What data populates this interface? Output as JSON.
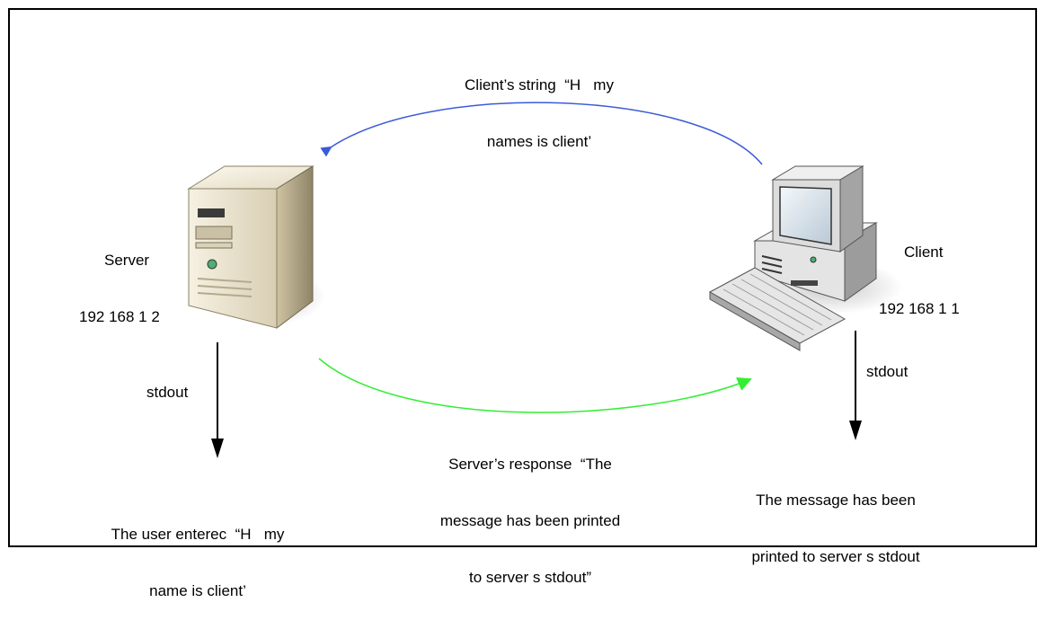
{
  "server": {
    "name": "Server",
    "ip": "192 168 1 2",
    "stdout_label": "stdout",
    "output_line1": "The user enterec  “H   my",
    "output_line2": "name is client’"
  },
  "client": {
    "name": "Client",
    "ip": "192 168 1 1",
    "stdout_label": "stdout",
    "output_line1": "The message has been",
    "output_line2": "printed to server s stdout"
  },
  "client_to_server": {
    "line1": "Client’s string  “H   my",
    "line2": "names is client’",
    "color": "#3b5bd9"
  },
  "server_to_client": {
    "line1": "Server’s response  “The",
    "line2": "message has been printed",
    "line3": "to server s stdout”",
    "color": "#33ee33"
  }
}
